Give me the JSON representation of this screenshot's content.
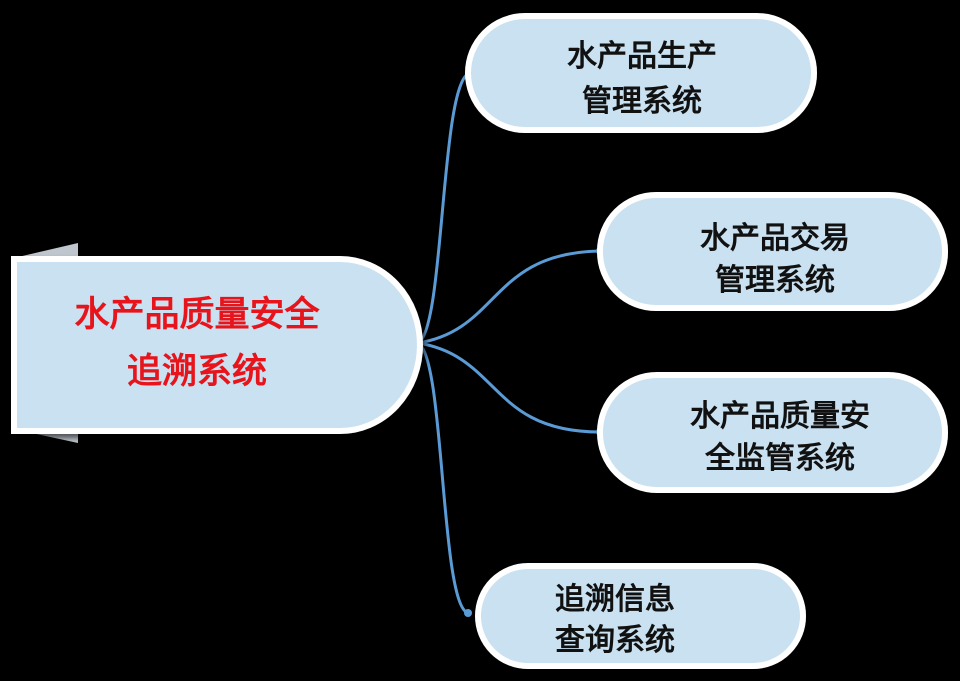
{
  "root": {
    "lines": [
      "水产品质量安全",
      "追溯系统"
    ],
    "text_color": "#E8141C"
  },
  "branches": [
    {
      "lines": [
        "水产品生产",
        "管理系统"
      ]
    },
    {
      "lines": [
        "水产品交易",
        "管理系统"
      ]
    },
    {
      "lines": [
        "水产品质量安",
        "全监管系统"
      ]
    },
    {
      "lines": [
        "追溯信息",
        "查询系统"
      ]
    }
  ],
  "colors": {
    "background": "#000000",
    "node_fill": "#C9E1F0",
    "node_border": "#FFFFFF",
    "tab_fill": "#BFC6CE",
    "connector": "#5B9BD5",
    "branch_text": "#111111"
  }
}
